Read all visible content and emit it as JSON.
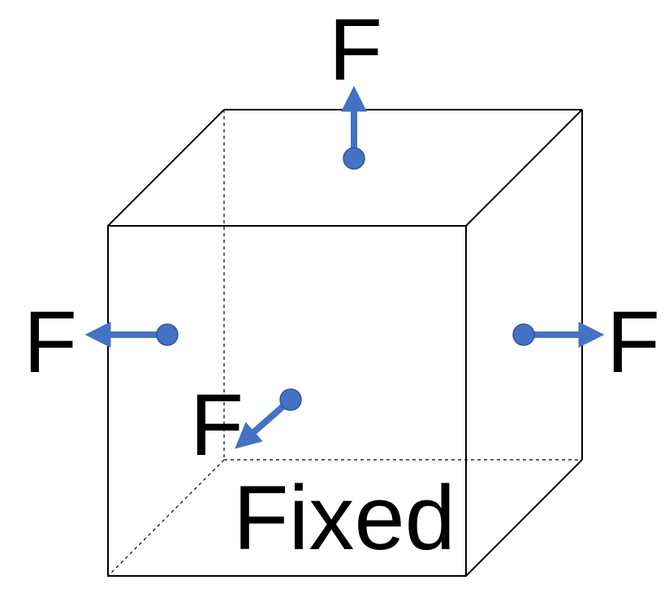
{
  "labels": {
    "force_top": "F",
    "force_left": "F",
    "force_right": "F",
    "force_front": "F",
    "fixed_face": "Fixed"
  },
  "colors": {
    "arrow": "#4472C4",
    "arrow_stroke": "#2F5597",
    "edge": "#000000"
  },
  "icons": {
    "force_arrow": "arrow-with-dot-icon"
  }
}
